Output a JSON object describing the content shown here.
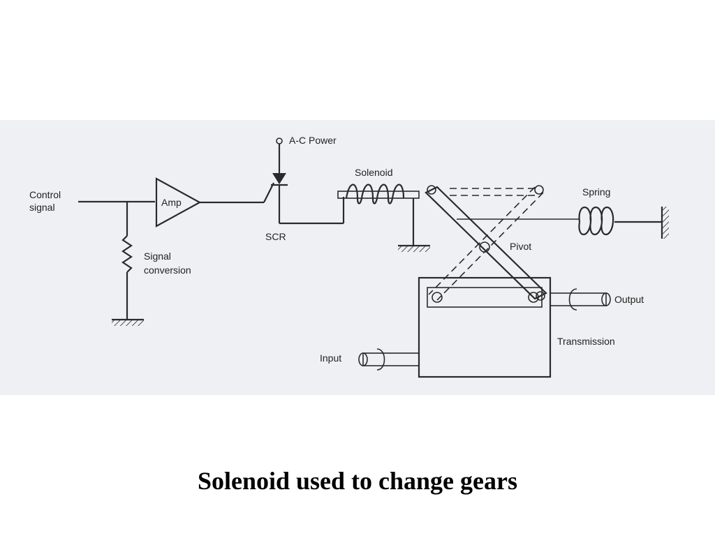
{
  "slide": {
    "caption": "Solenoid used to change gears"
  },
  "diagram": {
    "labels": {
      "control_signal_line1": "Control",
      "control_signal_line2": "signal",
      "amp": "Amp",
      "signal_conversion_line1": "Signal",
      "signal_conversion_line2": "conversion",
      "ac_power": "A-C Power",
      "scr": "SCR",
      "solenoid": "Solenoid",
      "spring": "Spring",
      "pivot": "Pivot",
      "output": "Output",
      "transmission": "Transmission",
      "input": "Input"
    },
    "colors": {
      "panel_background": "#eef0f3",
      "line": "#2a2a2a"
    }
  }
}
